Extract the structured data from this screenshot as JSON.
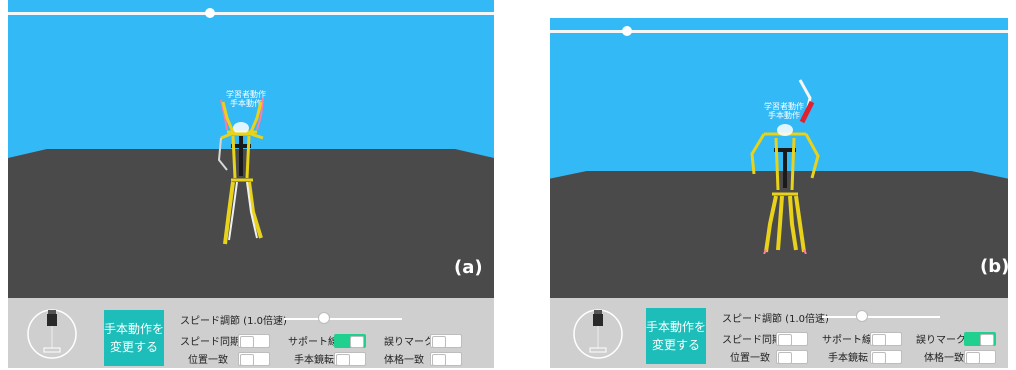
{
  "panels": [
    {
      "id": "a",
      "tag": "(a)",
      "figure_label_line1": "学習者動作",
      "figure_label_line2": "手本動作",
      "timeline_progress": 0.41,
      "joystick_top_label": "Camera",
      "change_button": "手本動作を\n変更する",
      "speed_label": "スピード調節 (1.0倍速)",
      "speed_value": 0.3,
      "toggles": [
        {
          "label": "スピード同期",
          "on": false
        },
        {
          "label": "サポート線",
          "on": true
        },
        {
          "label": "誤りマーク",
          "on": false
        },
        {
          "label": "位置一致",
          "on": false
        },
        {
          "label": "手本鏡転",
          "on": false
        },
        {
          "label": "体格一致",
          "on": false
        }
      ]
    },
    {
      "id": "b",
      "tag": "(b)",
      "figure_label_line1": "学習者動作",
      "figure_label_line2": "手本動作",
      "timeline_progress": 0.17,
      "joystick_top_label": "Camera",
      "change_button": "手本動作を\n変更する",
      "speed_label": "スピード調節 (1.0倍速)",
      "speed_value": 0.3,
      "toggles": [
        {
          "label": "スピード同期",
          "on": false
        },
        {
          "label": "サポート線",
          "on": false
        },
        {
          "label": "誤りマーク",
          "on": true
        },
        {
          "label": "位置一致",
          "on": false
        },
        {
          "label": "手本鏡転",
          "on": false
        },
        {
          "label": "体格一致",
          "on": false
        }
      ]
    }
  ],
  "colors": {
    "sky": "#34b9f7",
    "floor": "#4a4a4a",
    "control_panel": "#cfcfcf",
    "button": "#1dbdb9",
    "toggle_on": "#1fd08e",
    "skeleton": "#e8d21a",
    "error_mark": "#e02030"
  }
}
